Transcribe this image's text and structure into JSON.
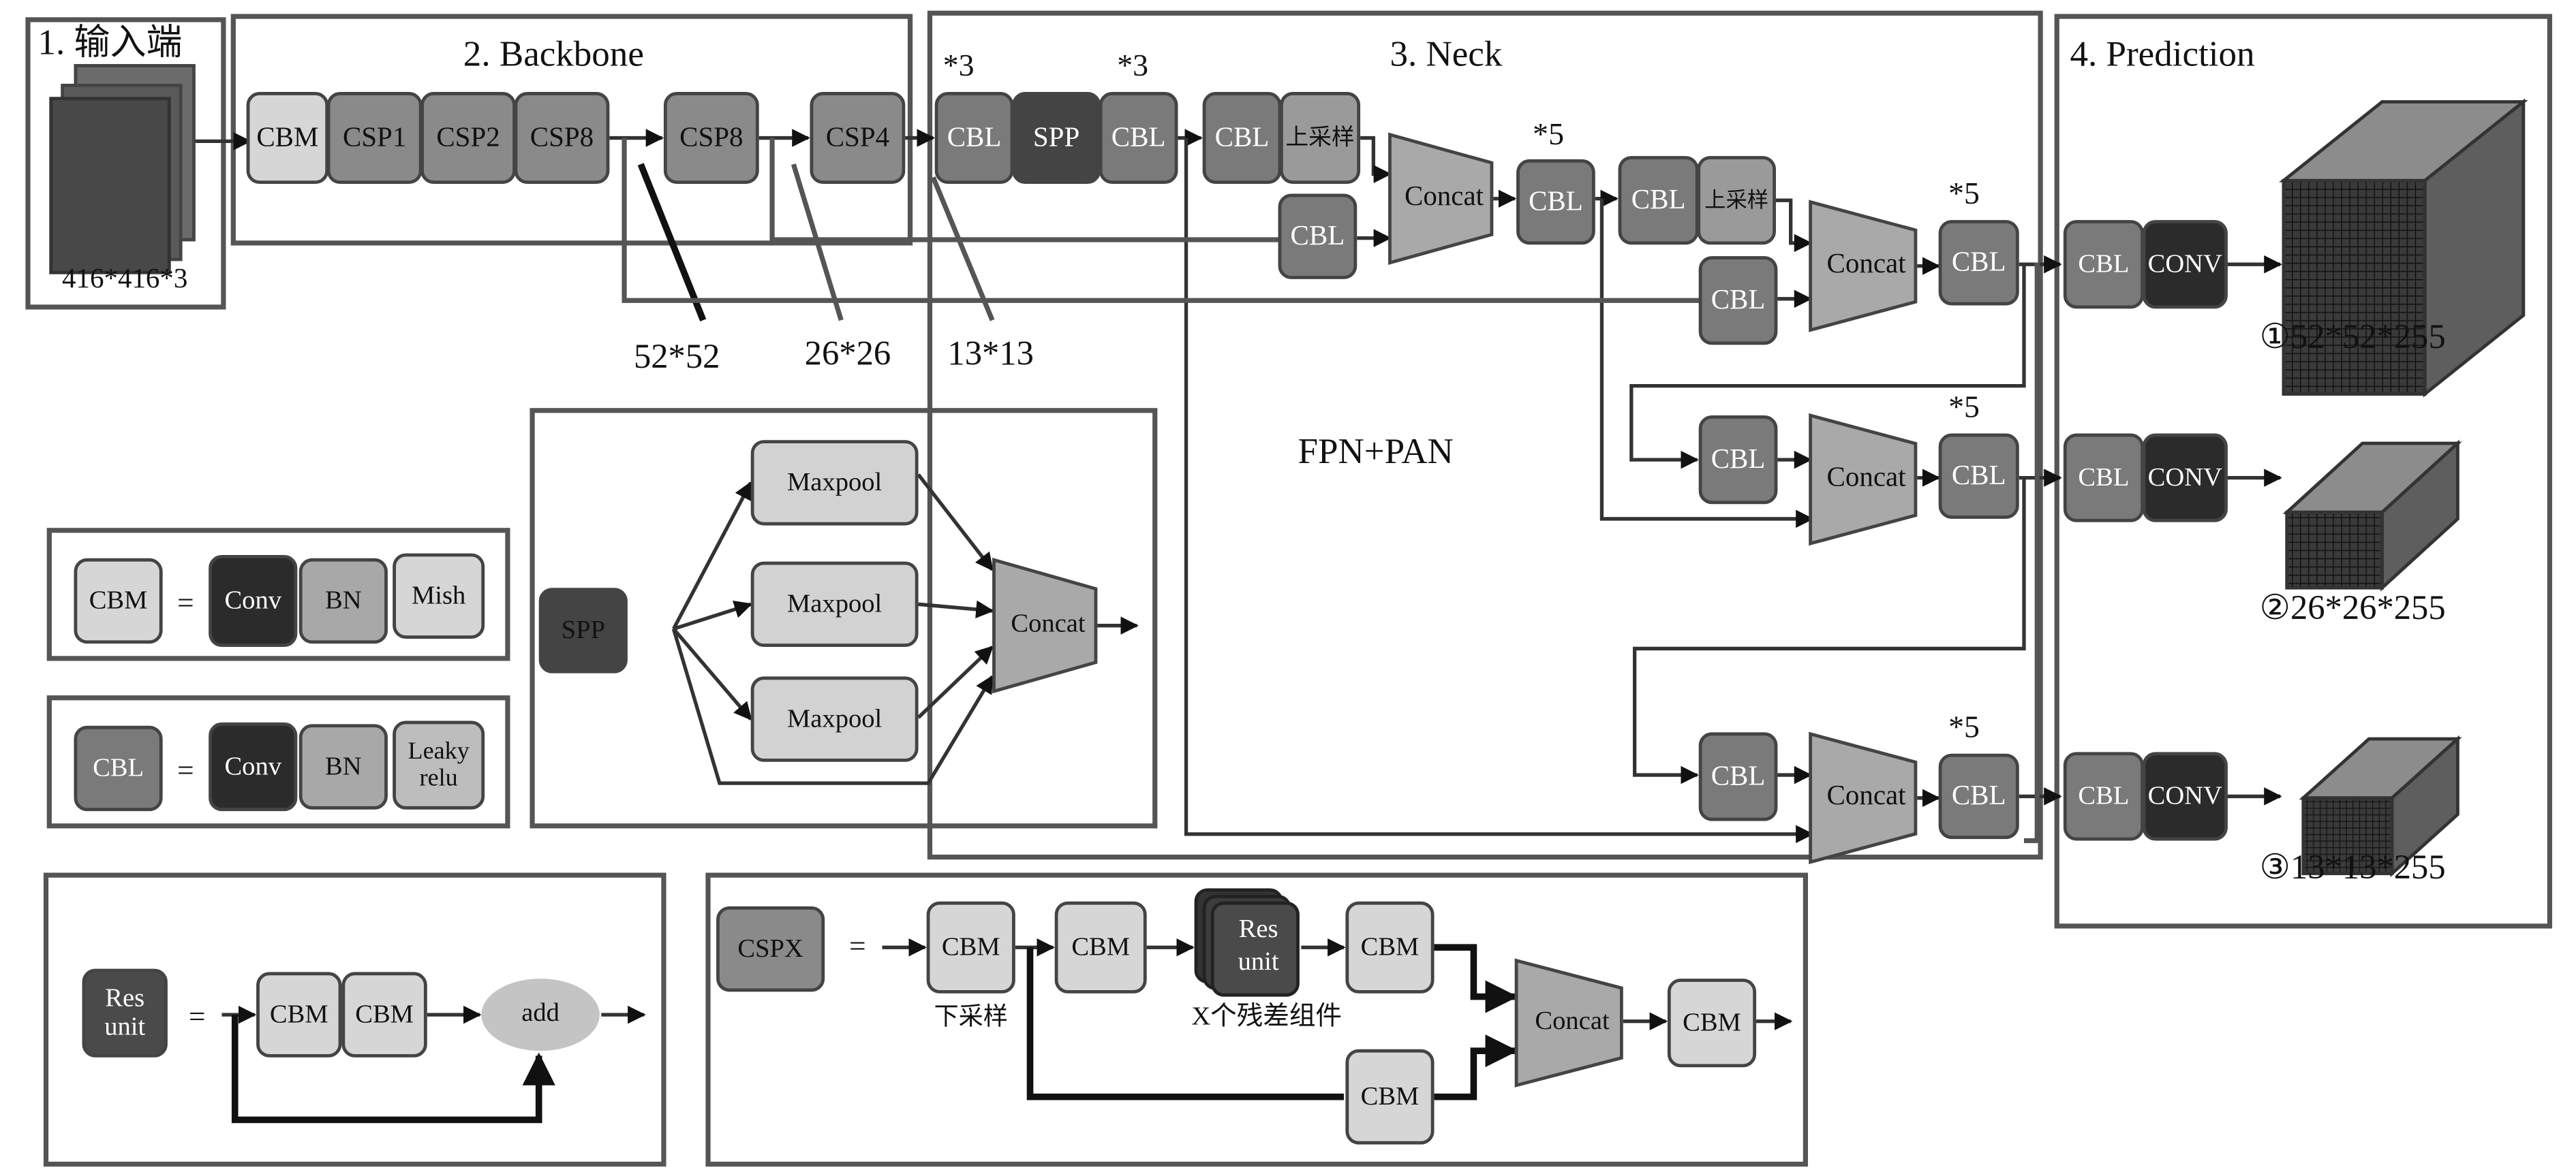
{
  "colors": {
    "cbm": "#d6d6d6",
    "csp": "#8a8a8a",
    "cbl": "#7a7a7a",
    "spp": "#444444",
    "conv": "#2b2b2b",
    "bn": "#a8a8a8",
    "mish": "#d6d6d6",
    "leaky": "#bdbdbd",
    "upsample": "#9a9a9a",
    "concat": "#a9a9a9",
    "maxpool": "#d2d2d2",
    "res": "#4a4a4a",
    "add": "#c4c4c4",
    "cube_front": "#3a3a3a",
    "cube_top": "#8c8c8c",
    "cube_side": "#5e5e5e"
  },
  "sections": {
    "input": {
      "title": "1. 输入端",
      "size_label": "416*416*3"
    },
    "backbone": {
      "title": "2. Backbone",
      "blocks": [
        "CBM",
        "CSP1",
        "CSP2",
        "CSP8",
        "CSP8",
        "CSP4"
      ],
      "scale_labels": [
        "52*52",
        "26*26",
        "13*13"
      ]
    },
    "neck": {
      "title": "3. Neck",
      "subtitle": "FPN+PAN",
      "repeat_labels": [
        "*3",
        "*3",
        "*5",
        "*5",
        "*5",
        "*5"
      ],
      "top_chain": [
        "CBL",
        "SPP",
        "CBL"
      ],
      "cbl": "CBL",
      "upsample": "上采样",
      "concat": "Concat"
    },
    "prediction": {
      "title": "4. Prediction",
      "heads": [
        {
          "blocks": [
            "CBL",
            "CONV"
          ],
          "output": "①52*52*255"
        },
        {
          "blocks": [
            "CBL",
            "CONV"
          ],
          "output": "②26*26*255"
        },
        {
          "blocks": [
            "CBL",
            "CONV"
          ],
          "output": "③13*13*255"
        }
      ]
    }
  },
  "legends": {
    "cbm": {
      "name": "CBM",
      "equals": "=",
      "parts": [
        "Conv",
        "BN",
        "Mish"
      ]
    },
    "cbl": {
      "name": "CBL",
      "equals": "=",
      "parts": [
        "Conv",
        "BN",
        "Leaky relu"
      ]
    },
    "spp": {
      "name": "SPP",
      "pools": [
        "Maxpool",
        "Maxpool",
        "Maxpool"
      ],
      "concat": "Concat"
    },
    "res_unit": {
      "name": "Res unit",
      "equals": "=",
      "parts": [
        "CBM",
        "CBM"
      ],
      "add": "add"
    },
    "cspx": {
      "name": "CSPX",
      "equals": "=",
      "blocks": [
        "CBM",
        "CBM",
        "Res unit",
        "CBM",
        "CBM",
        "CBM"
      ],
      "concat": "Concat",
      "downsample_note": "下采样",
      "residual_note": "X个残差组件"
    }
  }
}
